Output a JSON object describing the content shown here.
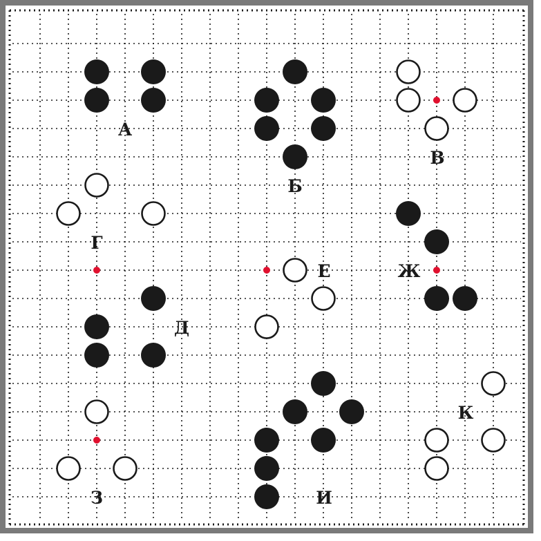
{
  "colors": {
    "frame": "#7a7a7a",
    "dots": "#1a1a1a",
    "black_stone": "#1a1a1a",
    "white_stone_stroke": "#1a1a1a",
    "marker": "#e0102e"
  },
  "labels": [
    "А",
    "Б",
    "В",
    "Г",
    "Д",
    "Е",
    "Ж",
    "З",
    "И",
    "К"
  ],
  "stones": {
    "black": [
      [
        3,
        2
      ],
      [
        5,
        2
      ],
      [
        3,
        3
      ],
      [
        5,
        3
      ],
      [
        10,
        2
      ],
      [
        9,
        3
      ],
      [
        11,
        3
      ],
      [
        9,
        4
      ],
      [
        11,
        4
      ],
      [
        10,
        5
      ],
      [
        14,
        7
      ],
      [
        15,
        8
      ],
      [
        15,
        10
      ],
      [
        16,
        10
      ],
      [
        5,
        10
      ],
      [
        3,
        11
      ],
      [
        3,
        12
      ],
      [
        5,
        12
      ],
      [
        11,
        13
      ],
      [
        10,
        14
      ],
      [
        12,
        14
      ],
      [
        9,
        15
      ],
      [
        11,
        15
      ],
      [
        9,
        16
      ],
      [
        9,
        17
      ]
    ],
    "white": [
      [
        14,
        2
      ],
      [
        14,
        3
      ],
      [
        16,
        3
      ],
      [
        15,
        4
      ],
      [
        3,
        6
      ],
      [
        2,
        7
      ],
      [
        5,
        7
      ],
      [
        10,
        9
      ],
      [
        11,
        10
      ],
      [
        9,
        11
      ],
      [
        17,
        13
      ],
      [
        3,
        14
      ],
      [
        15,
        15
      ],
      [
        17,
        15
      ],
      [
        2,
        16
      ],
      [
        4,
        16
      ],
      [
        15,
        16
      ]
    ]
  },
  "markers": [
    [
      15,
      3
    ],
    [
      3,
      9
    ],
    [
      9,
      9
    ],
    [
      15,
      9
    ],
    [
      3,
      15
    ]
  ]
}
